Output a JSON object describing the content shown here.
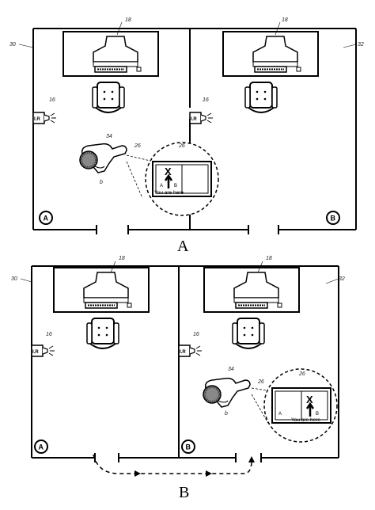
{
  "figure_a": {
    "caption": "A",
    "labels": {
      "room_left": "30",
      "room_right": "32",
      "monitor_left": "18",
      "monitor_right": "18",
      "ir_ref_left": "16",
      "ir_ref_right": "16",
      "ir_text": "I.R",
      "user_ref": "34",
      "device_ref": "26",
      "zoom_ref": "26",
      "hand_ref": "b"
    },
    "room_markers": {
      "left": "A",
      "right": "B"
    },
    "map_display": {
      "target": "X",
      "side_a": "A",
      "side_b": "B",
      "status": "You are here"
    }
  },
  "figure_b": {
    "caption": "B",
    "labels": {
      "room_left": "30",
      "room_right": "32",
      "monitor_left": "18",
      "monitor_right": "18",
      "ir_ref_left": "16",
      "ir_ref_right": "16",
      "ir_text": "I.R",
      "user_ref": "34",
      "device_ref": "26",
      "zoom_ref": "26",
      "hand_ref": "b"
    },
    "room_markers": {
      "left": "A",
      "right": "B"
    },
    "map_display": {
      "target": "X",
      "side_a": "A",
      "side_b": "B",
      "status": "You are here"
    }
  }
}
